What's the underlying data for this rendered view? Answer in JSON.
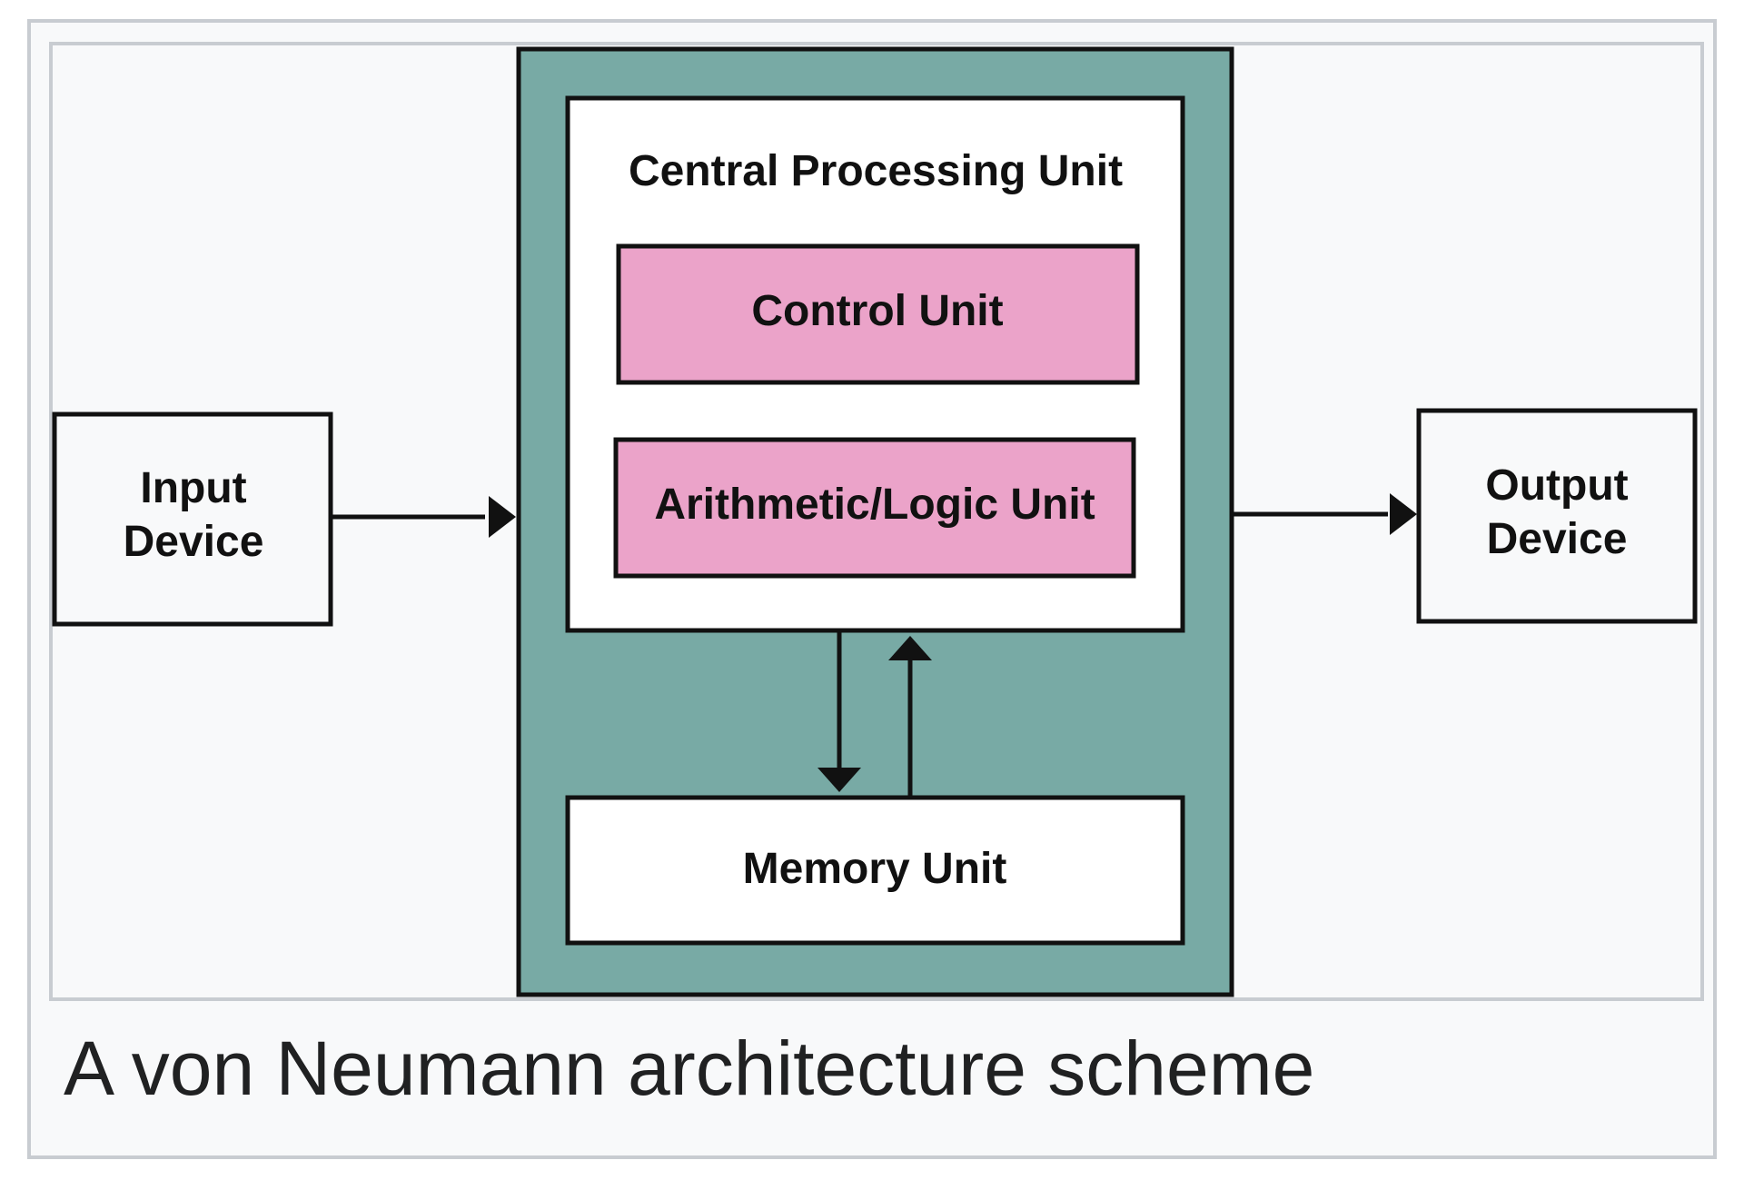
{
  "figure": {
    "caption": "A von Neumann architecture scheme"
  },
  "diagram": {
    "input_device": {
      "line1": "Input",
      "line2": "Device"
    },
    "output_device": {
      "line1": "Output",
      "line2": "Device"
    },
    "cpu": {
      "title": "Central Processing Unit"
    },
    "control_unit": {
      "label": "Control Unit"
    },
    "alu": {
      "label": "Arithmetic/Logic Unit"
    },
    "memory_unit": {
      "label": "Memory Unit"
    }
  },
  "colors": {
    "system_fill": "#78aaa5",
    "unit_fill": "#eba3c9",
    "box_fill": "#ffffff",
    "outline": "#111111",
    "background": "#f8f9fa",
    "frame_border": "#c8ccd1"
  }
}
